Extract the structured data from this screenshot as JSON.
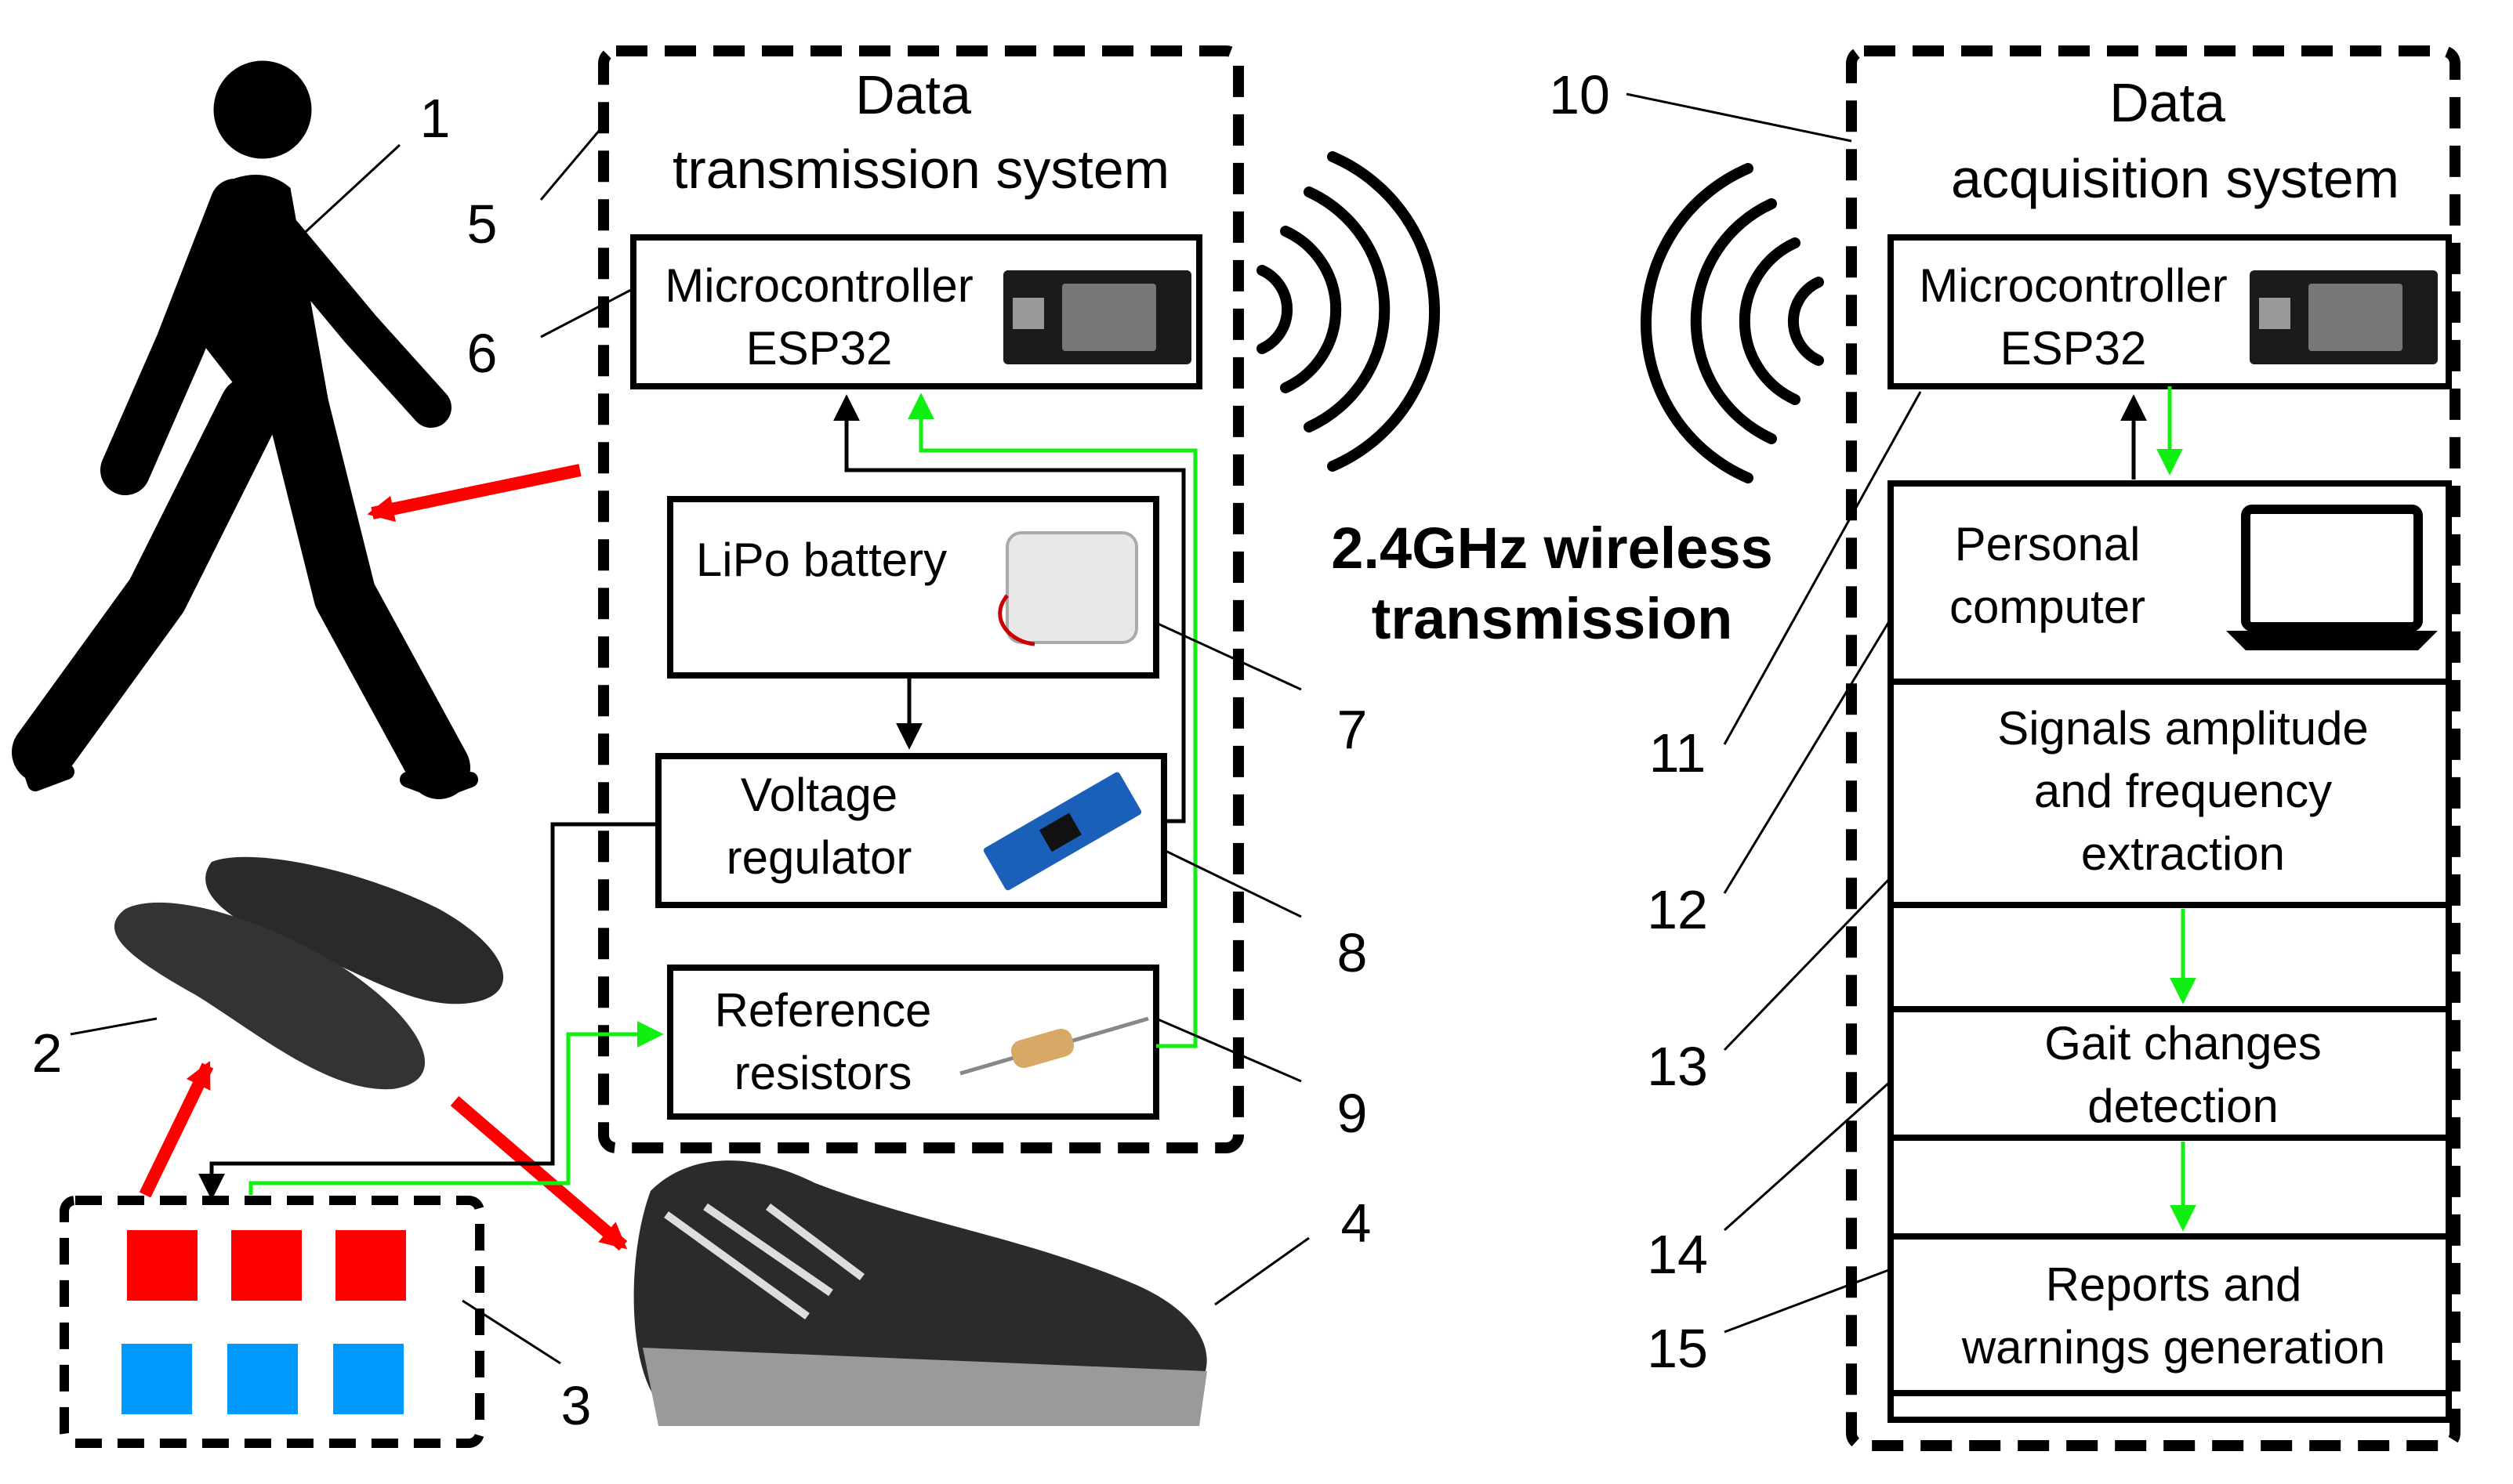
{
  "transmission_system": {
    "title_line1": "Data",
    "title_line2": "transmission system",
    "mcu_line1": "Microcontroller",
    "mcu_line2": "ESP32",
    "battery": "LiPo battery",
    "regulator_line1": "Voltage",
    "regulator_line2": "regulator",
    "resistors_line1": "Reference",
    "resistors_line2": "resistors"
  },
  "wireless": {
    "line1": "2.4GHz wireless",
    "line2": "transmission"
  },
  "acquisition_system": {
    "title_line1": "Data",
    "title_line2": "acquisition system",
    "mcu_line1": "Microcontroller",
    "mcu_line2": "ESP32",
    "pc_line1": "Personal",
    "pc_line2": "computer",
    "extraction_line1": "Signals amplitude",
    "extraction_line2": "and frequency",
    "extraction_line3": "extraction",
    "detection_line1": "Gait changes",
    "detection_line2": "detection",
    "reports_line1": "Reports and",
    "reports_line2": "warnings generation"
  },
  "callouts": [
    "1",
    "2",
    "3",
    "4",
    "5",
    "6",
    "7",
    "8",
    "9",
    "10",
    "11",
    "12",
    "13",
    "14",
    "15"
  ],
  "colors": {
    "power_arrow": "#000000",
    "signal_arrow": "#11ee11",
    "flow_arrow": "#ff0000",
    "sensor_red": "#ff0000",
    "sensor_blue": "#0099ff"
  },
  "icons": [
    "walking-person-icon",
    "insoles-icon",
    "sneaker-icon",
    "esp32-board-icon",
    "lipo-battery-icon",
    "voltage-regulator-icon",
    "resistor-icon",
    "laptop-icon",
    "wireless-waves-icon"
  ]
}
